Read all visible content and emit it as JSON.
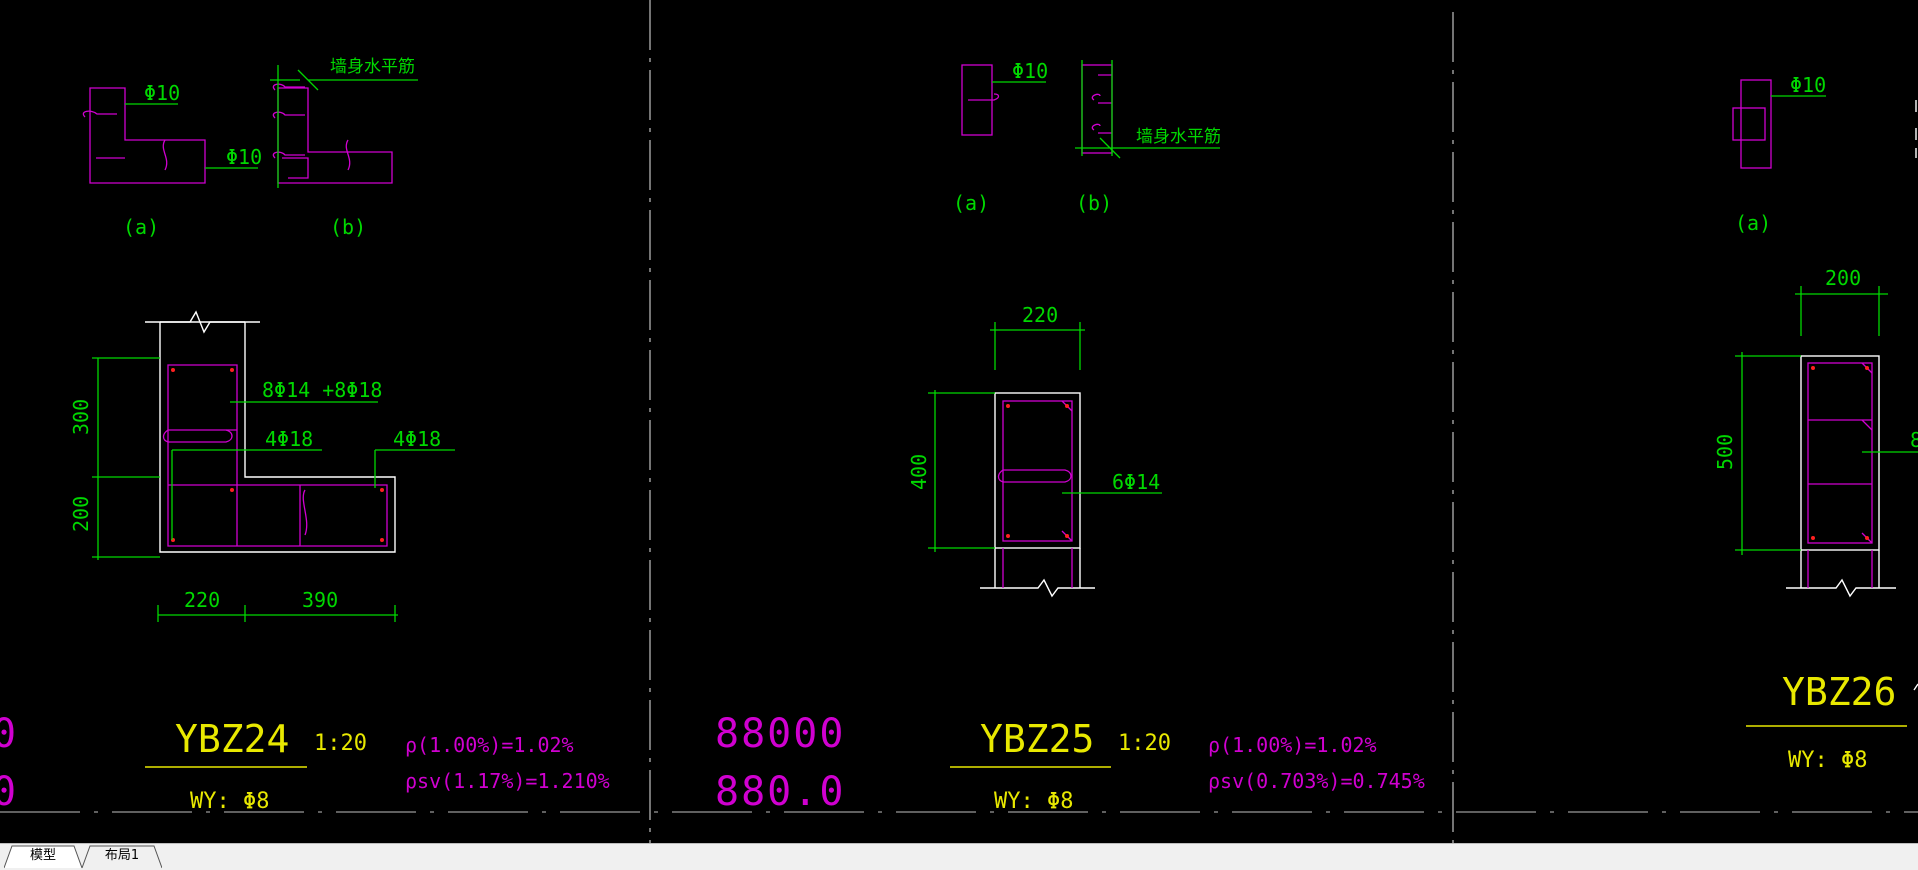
{
  "colors": {
    "background": "#000000",
    "green": "#00d800",
    "magenta": "#d000d0",
    "white": "#ffffff",
    "yellow": "#e8e800",
    "grey": "#9a9a9a",
    "red": "#ff2020"
  },
  "panels": [
    {
      "id": "ybz24",
      "name": "YBZ24",
      "scale": "1:20",
      "wy_label": "WY: Φ8",
      "ratio_line_1": "ρ(1.00%)=1.02%",
      "ratio_line_2": "ρsv(1.17%)=1.210%",
      "detail_a": {
        "label": "(a)",
        "bar_1": "Φ10",
        "bar_2": "Φ10"
      },
      "detail_b": {
        "label": "(b)",
        "note": "墙身水平筋"
      },
      "bars": [
        "8Φ14 +8Φ18",
        "4Φ18",
        "4Φ18"
      ],
      "dimensions": [
        "300",
        "200",
        "220",
        "390"
      ]
    },
    {
      "id": "ybz25",
      "name": "YBZ25",
      "scale": "1:20",
      "wy_label": "WY: Φ8",
      "ratio_line_1": "ρ(1.00%)=1.02%",
      "ratio_line_2": "ρsv(0.703%)=0.745%",
      "detail_a": {
        "label": "(a)",
        "bar_1": "Φ10"
      },
      "detail_b": {
        "label": "(b)",
        "note": "墙身水平筋"
      },
      "bars": [
        "6Φ14"
      ],
      "dimensions": [
        "220",
        "400"
      ]
    },
    {
      "id": "ybz26",
      "name": "YBZ26",
      "wy_label": "WY: Φ8",
      "detail_a": {
        "label": "(a)",
        "bar_1": "Φ10"
      },
      "bars": [
        "8"
      ],
      "dimensions": [
        "200",
        "500"
      ]
    }
  ],
  "elevation": {
    "value_1": "88000",
    "value_2": "880.0",
    "clip_1": "0",
    "clip_2": "0"
  },
  "tabs": [
    {
      "label": "模型",
      "active": true
    },
    {
      "label": "布局1",
      "active": false
    }
  ]
}
